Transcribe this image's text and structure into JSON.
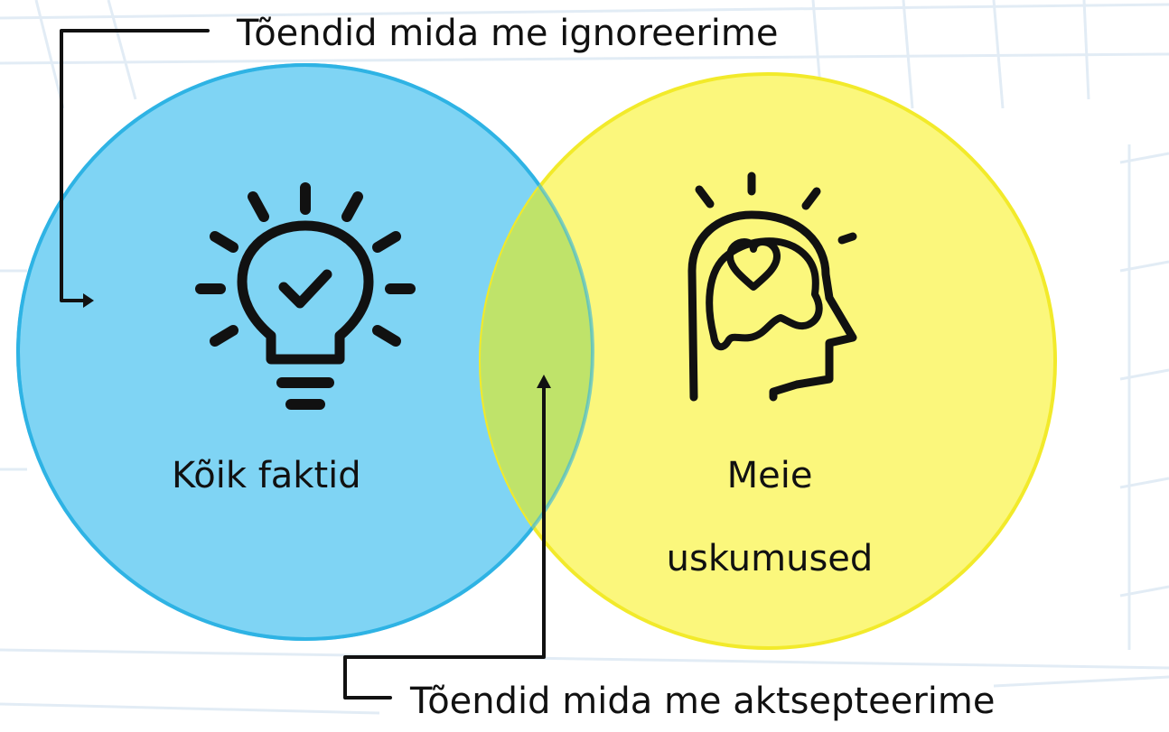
{
  "labels": {
    "top_callout": "Tõendid mida me ignoreerime",
    "bottom_callout": "Tõendid mida me aktsepteerime",
    "left_circle": "Kõik faktid",
    "right_circle_line1": "Meie",
    "right_circle_line2": "uskumused"
  },
  "colors": {
    "left_fill": "#7fd4f4",
    "left_stroke": "#2fb3e4",
    "right_fill": "#fbf77c",
    "right_stroke": "#f2ea2a",
    "overlap_fill": "#bfe36a",
    "ink": "#111111",
    "background_sketch": "#dfeaf4"
  },
  "icons": {
    "left": "lightbulb-check-icon",
    "right": "head-heart-icon"
  }
}
